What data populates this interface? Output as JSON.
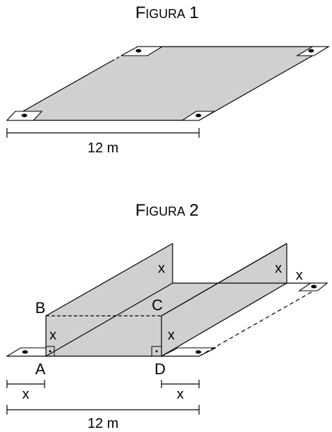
{
  "figure1": {
    "caption_first": "F",
    "caption_rest": "IGURA",
    "caption_num": "1",
    "length_label": "12 m"
  },
  "figure2": {
    "caption_first": "F",
    "caption_rest": "IGURA",
    "caption_num": "2",
    "points": {
      "a": "A",
      "b": "B",
      "c": "C",
      "d": "D"
    },
    "fold_labels": [
      "x",
      "x",
      "x",
      "x",
      "x"
    ],
    "offset_left": "x",
    "offset_right": "x",
    "length_label": "12 m"
  },
  "colors": {
    "fill": "#d0d0d0",
    "stroke": "#000000",
    "background": "#ffffff"
  }
}
